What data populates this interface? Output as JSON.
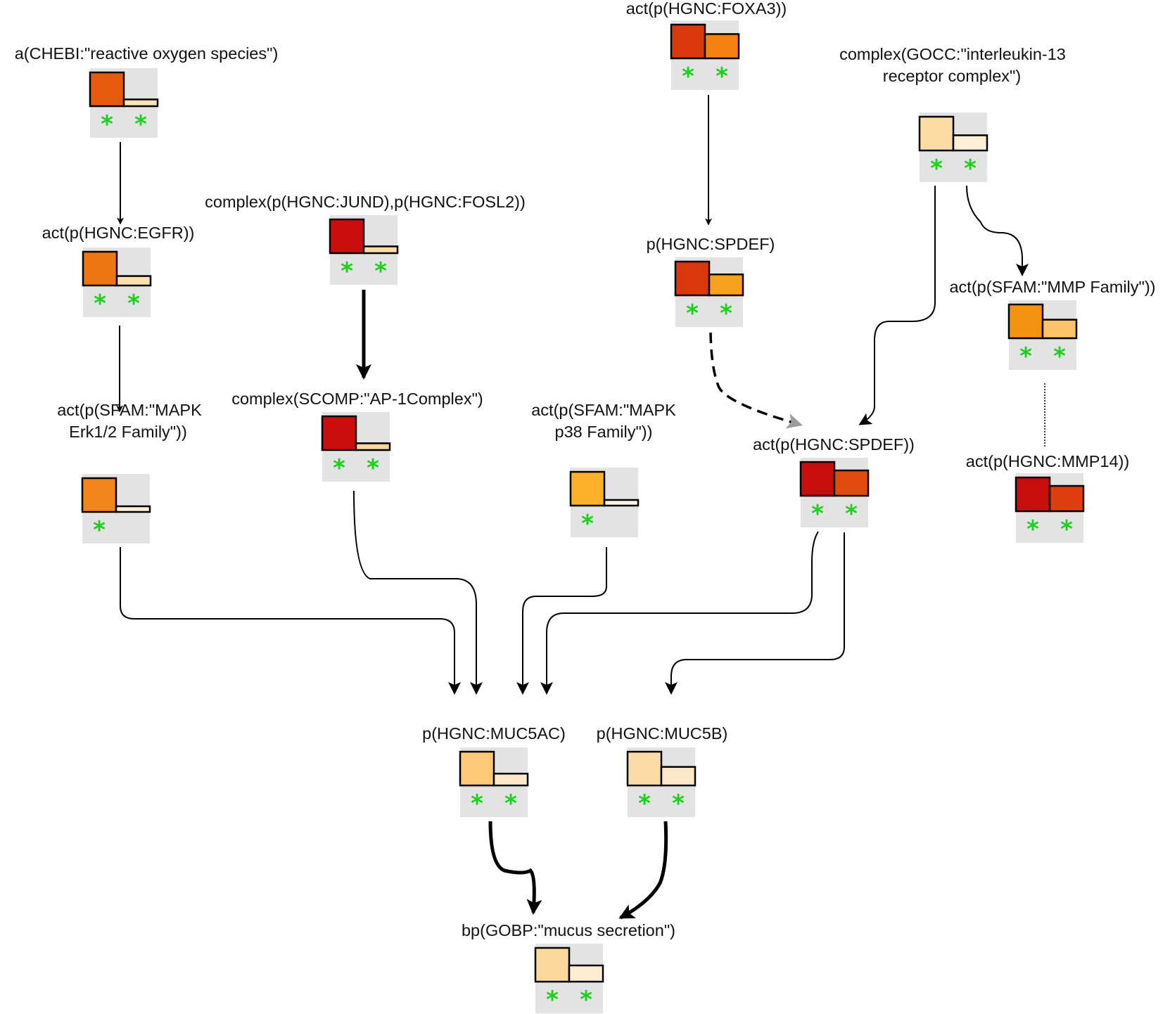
{
  "diagram": {
    "nodes": [
      {
        "id": "ros",
        "label": [
          "a(CHEBI:\"reactive oxygen species\")"
        ],
        "bar1": "#e65a0d",
        "bar1_level": 1.0,
        "bar2": "#fde4b8",
        "bar2_level": 0.2,
        "stars": 2
      },
      {
        "id": "egfr",
        "label": [
          "act(p(HGNC:EGFR))"
        ],
        "bar1": "#ee7612",
        "bar1_level": 1.0,
        "bar2": "#fde0ad",
        "bar2_level": 0.28,
        "stars": 2
      },
      {
        "id": "mapk_erk",
        "label": [
          "act(p(SFAM:\"MAPK",
          "Erk1/2 Family\"))"
        ],
        "bar1": "#f2841a",
        "bar1_level": 1.0,
        "bar2": "#fef0d8",
        "bar2_level": 0.15,
        "stars": 1
      },
      {
        "id": "jund_fosl2",
        "label": [
          "complex(p(HGNC:JUND),p(HGNC:FOSL2))"
        ],
        "bar1": "#cb0d0d",
        "bar1_level": 1.0,
        "bar2": "#fddca8",
        "bar2_level": 0.2,
        "stars": 2
      },
      {
        "id": "ap1",
        "label": [
          "complex(SCOMP:\"AP-1Complex\")"
        ],
        "bar1": "#cb0d0d",
        "bar1_level": 1.0,
        "bar2": "#fcd69c",
        "bar2_level": 0.2,
        "stars": 2
      },
      {
        "id": "mapk_p38",
        "label": [
          "act(p(SFAM:\"MAPK",
          "p38 Family\"))"
        ],
        "bar1": "#fbb12c",
        "bar1_level": 1.0,
        "bar2": "#fef4e4",
        "bar2_level": 0.12,
        "stars": 1
      },
      {
        "id": "foxa3",
        "label": [
          "act(p(HGNC:FOXA3))"
        ],
        "bar1": "#d9380d",
        "bar1_level": 1.0,
        "bar2": "#f4810f",
        "bar2_level": 0.72,
        "stars": 2
      },
      {
        "id": "spdef",
        "label": [
          "p(HGNC:SPDEF)"
        ],
        "bar1": "#d9380d",
        "bar1_level": 1.0,
        "bar2": "#f7a11e",
        "bar2_level": 0.62,
        "stars": 2
      },
      {
        "id": "il13r",
        "label": [
          "complex(GOCC:\"interleukin-13",
          "receptor complex\")"
        ],
        "bar1": "#fddca3",
        "bar1_level": 1.0,
        "bar2": "#feeed6",
        "bar2_level": 0.45,
        "stars": 2
      },
      {
        "id": "act_spdef",
        "label": [
          "act(p(HGNC:SPDEF))"
        ],
        "bar1": "#c80d0d",
        "bar1_level": 1.0,
        "bar2": "#e04c0f",
        "bar2_level": 0.75,
        "stars": 2
      },
      {
        "id": "mmp_family",
        "label": [
          "act(p(SFAM:\"MMP Family\"))"
        ],
        "bar1": "#f4930f",
        "bar1_level": 1.0,
        "bar2": "#fcc466",
        "bar2_level": 0.55,
        "stars": 2
      },
      {
        "id": "mmp14",
        "label": [
          "act(p(HGNC:MMP14))"
        ],
        "bar1": "#c80d0d",
        "bar1_level": 1.0,
        "bar2": "#de3e0d",
        "bar2_level": 0.75,
        "stars": 2
      },
      {
        "id": "muc5ac",
        "label": [
          "p(HGNC:MUC5AC)"
        ],
        "bar1": "#fdc878",
        "bar1_level": 1.0,
        "bar2": "#fee8c8",
        "bar2_level": 0.35,
        "stars": 2
      },
      {
        "id": "muc5b",
        "label": [
          "p(HGNC:MUC5B)"
        ],
        "bar1": "#fddba4",
        "bar1_level": 1.0,
        "bar2": "#fee8c8",
        "bar2_level": 0.55,
        "stars": 2
      },
      {
        "id": "mucus",
        "label": [
          "bp(GOBP:\"mucus  secretion\")"
        ],
        "bar1": "#fdd89e",
        "bar1_level": 1.0,
        "bar2": "#feecd3",
        "bar2_level": 0.48,
        "stars": 2
      }
    ],
    "edges": [
      {
        "from": "ros",
        "to": "egfr",
        "style": "solid",
        "weight": "normal"
      },
      {
        "from": "egfr",
        "to": "mapk_erk",
        "style": "solid",
        "weight": "normal"
      },
      {
        "from": "jund_fosl2",
        "to": "ap1",
        "style": "solid",
        "weight": "heavy"
      },
      {
        "from": "foxa3",
        "to": "spdef",
        "style": "solid",
        "weight": "normal"
      },
      {
        "from": "spdef",
        "to": "act_spdef",
        "style": "dashed",
        "weight": "normal",
        "color": "#9c9c9c"
      },
      {
        "from": "il13r",
        "to": "act_spdef",
        "style": "solid",
        "weight": "normal"
      },
      {
        "from": "il13r",
        "to": "mmp_family",
        "style": "solid",
        "weight": "normal"
      },
      {
        "from": "mmp_family",
        "to": "mmp14",
        "style": "dotted",
        "weight": "normal",
        "arrow": false
      },
      {
        "from": "mapk_erk",
        "to": "muc5ac",
        "style": "solid",
        "weight": "normal"
      },
      {
        "from": "ap1",
        "to": "muc5ac",
        "style": "solid",
        "weight": "normal"
      },
      {
        "from": "mapk_p38",
        "to": "muc5ac",
        "style": "solid",
        "weight": "normal"
      },
      {
        "from": "act_spdef",
        "to": "muc5ac",
        "style": "solid",
        "weight": "normal"
      },
      {
        "from": "act_spdef",
        "to": "muc5b",
        "style": "solid",
        "weight": "normal"
      },
      {
        "from": "muc5ac",
        "to": "mucus",
        "style": "solid",
        "weight": "heavy"
      },
      {
        "from": "muc5b",
        "to": "mucus",
        "style": "solid",
        "weight": "heavy"
      }
    ],
    "colors": {
      "panel_background": "#e3e3e3",
      "star": "#1bd11b",
      "edge": "#000000",
      "dashed_edge": "#9c9c9c"
    }
  }
}
